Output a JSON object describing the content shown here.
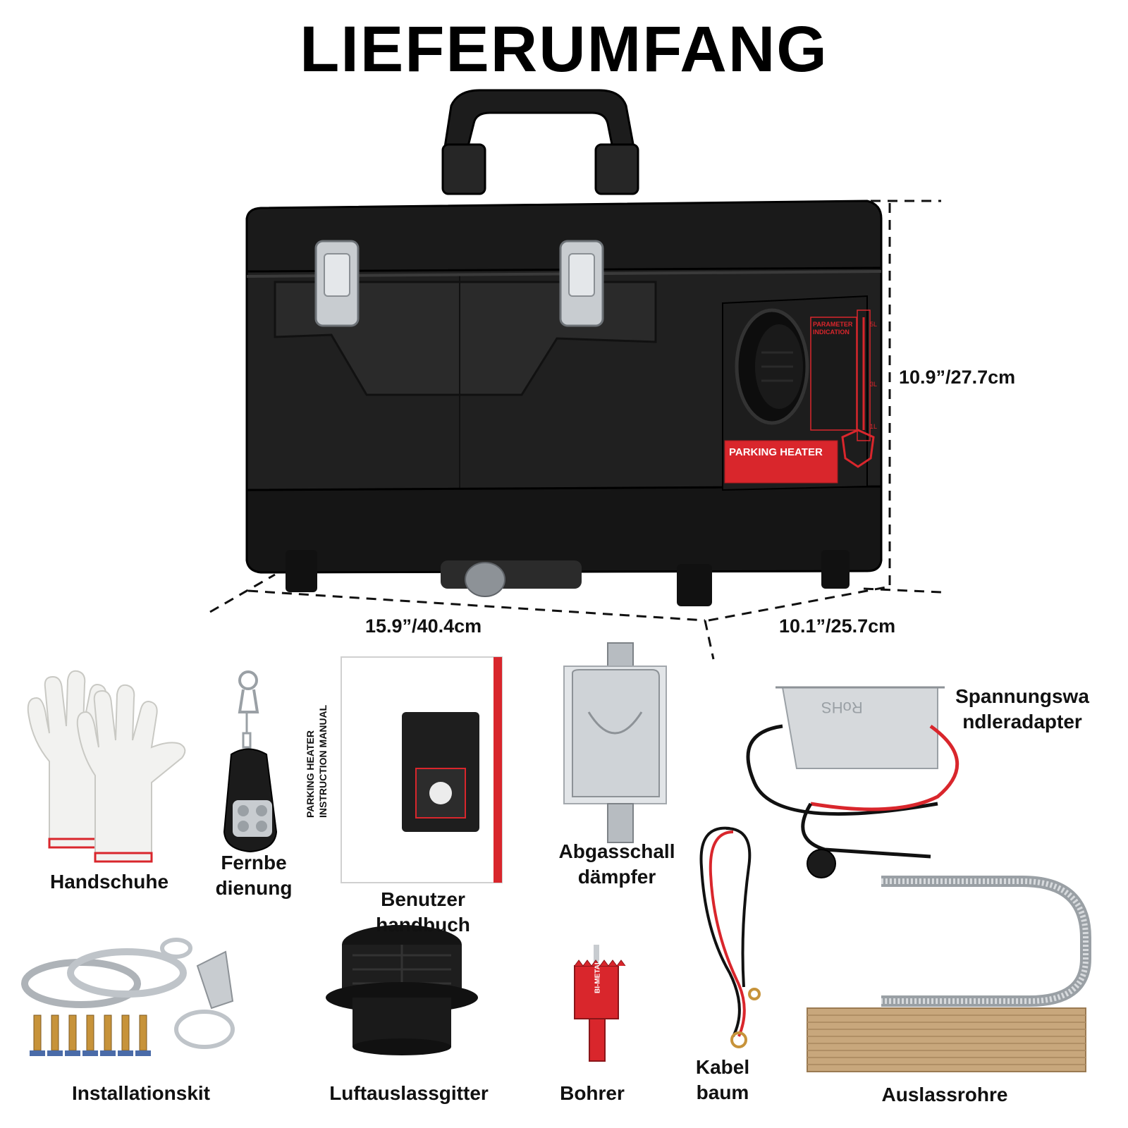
{
  "title": "LIEFERUMFANG",
  "dimensions": {
    "height": "10.9”/27.7cm",
    "width": "15.9”/40.4cm",
    "depth": "10.1”/25.7cm"
  },
  "product": {
    "panel_title": "PARAMETER INDICATION",
    "panel_brand": "PARKING HEATER",
    "scale_marks": [
      "5L",
      "3L",
      "1L"
    ]
  },
  "items": [
    {
      "label_line1": "Handschuhe",
      "label_line2": ""
    },
    {
      "label_line1": "Fernbe",
      "label_line2": "dienung"
    },
    {
      "label_line1": "Benutzer",
      "label_line2": "handbuch"
    },
    {
      "label_line1": "Abgasschall",
      "label_line2": "dämpfer"
    },
    {
      "label_line1": "Spannungswa",
      "label_line2": "ndleradapter"
    },
    {
      "label_line1": "Installationskit",
      "label_line2": ""
    },
    {
      "label_line1": "Luftauslassgitter",
      "label_line2": ""
    },
    {
      "label_line1": "Bohrer",
      "label_line2": ""
    },
    {
      "label_line1": "Kabel",
      "label_line2": "baum"
    },
    {
      "label_line1": "Auslassrohre",
      "label_line2": ""
    }
  ],
  "manual_cover": {
    "line1": "PARKING HEATER",
    "line2": "INSTRUCTION MANUAL"
  },
  "adapter_print": "RoHS",
  "drill_print": "BI-METAL",
  "colors": {
    "accent_red": "#d9262c",
    "body_black": "#1b1b1b",
    "chrome": "#c8ccd0"
  }
}
